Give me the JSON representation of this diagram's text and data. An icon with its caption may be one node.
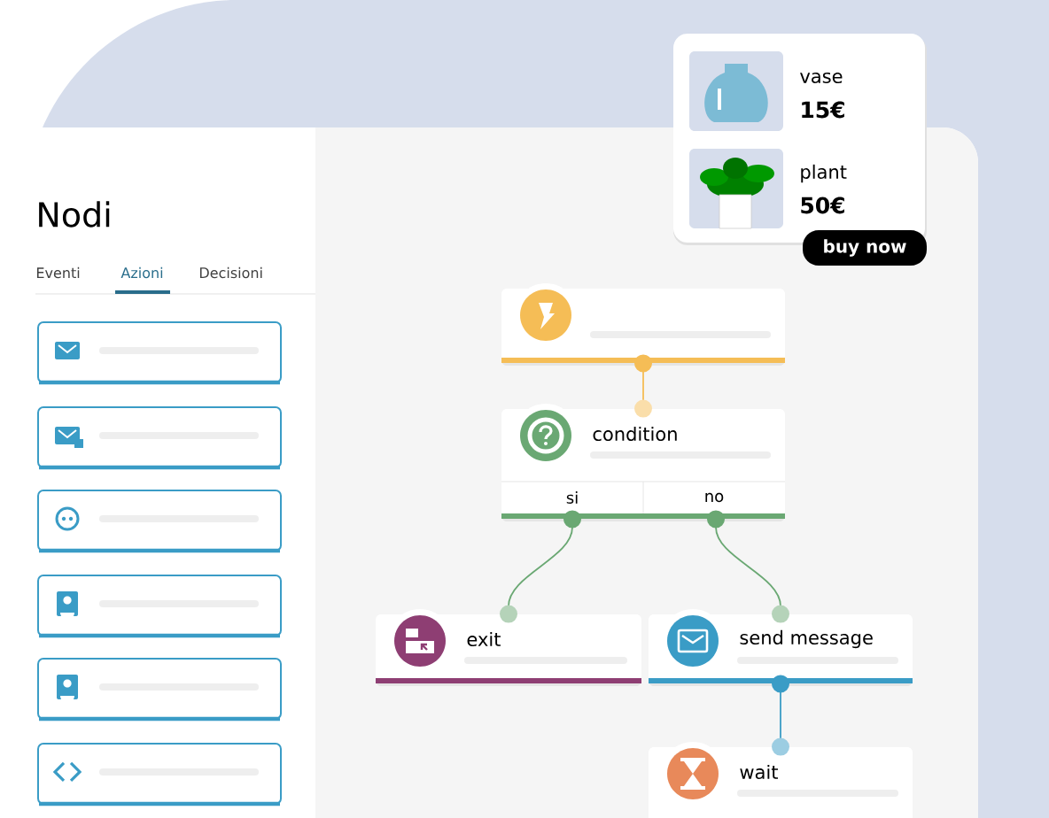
{
  "diagram": {
    "title": "Nodi",
    "nodes": [
      {
        "text": [],
        "shape": "box"
      },
      {
        "text": [
          "condition",
          "si",
          "no"
        ]
      },
      {
        "text": [
          "exit"
        ]
      },
      {
        "text": [
          "send message"
        ]
      },
      {
        "text": [
          "wait"
        ]
      }
    ],
    "edges": [
      {
        "from": 0,
        "to": 1,
        "arrow": "other",
        "color": "#f5bd56"
      },
      {
        "from": 1,
        "to": 2,
        "arrow": "other",
        "color": "#6aa873"
      },
      {
        "from": 1,
        "to": 3,
        "arrow": "other",
        "color": "#6aa873"
      },
      {
        "from": 3,
        "to": 4,
        "arrow": "other",
        "color": "#3a9cc6"
      }
    ],
    "labels": [
      "Eventi",
      "Azioni",
      "Decisioni",
      "vase",
      "15€",
      "plant",
      "50€",
      "buy now"
    ]
  }
}
